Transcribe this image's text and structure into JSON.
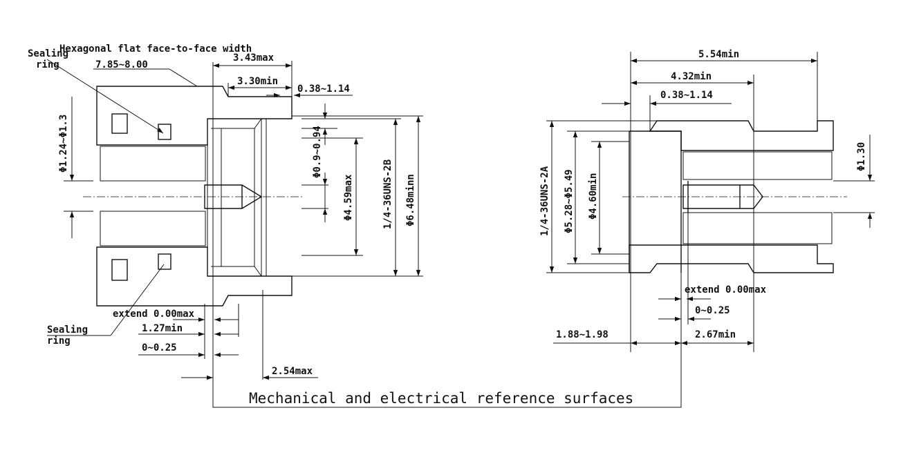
{
  "left_connector": {
    "callouts": {
      "sealing_ring_top_line1": "Sealing",
      "sealing_ring_top_line2": "ring",
      "hex_width_title": "Hexagonal flat face-to-face width",
      "hex_width_value": "7.85~8.00",
      "sealing_ring_bottom_line1": "Sealing",
      "sealing_ring_bottom_line2": "ring"
    },
    "dimensions": {
      "d_3_43max": "3.43max",
      "d_3_30min": "3.30min",
      "d_0_38_1_14": "0.38~1.14",
      "d_phi_1_24_1_3": "Φ1.24~Φ1.3",
      "d_phi_0_9_0_94": "Φ0.9~0.94",
      "d_phi_4_59max": "Φ4.59max",
      "d_thread_2b": "1/4-36UNS-2B",
      "d_phi_6_48minn": "Φ6.48minn",
      "d_extend": "extend 0.00max",
      "d_1_27min": "1.27min",
      "d_0_0_25": "0~0.25",
      "d_2_54max": "2.54max"
    }
  },
  "right_connector": {
    "dimensions": {
      "d_5_54min": "5.54min",
      "d_4_32min": "4.32min",
      "d_0_38_1_14": "0.38~1.14",
      "d_thread_2a": "1/4-36UNS-2A",
      "d_phi_5_28_5_49": "Φ5.28~Φ5.49",
      "d_phi_4_60min": "Φ4.60min",
      "d_phi_1_30": "Φ1.30",
      "d_extend": "extend 0.00max",
      "d_0_0_25": "0~0.25",
      "d_1_88_1_98": "1.88~1.98",
      "d_2_67min": "2.67min"
    }
  },
  "caption": "Mechanical and electrical reference surfaces",
  "colors": {
    "ink": "#111111",
    "background": "#ffffff"
  }
}
